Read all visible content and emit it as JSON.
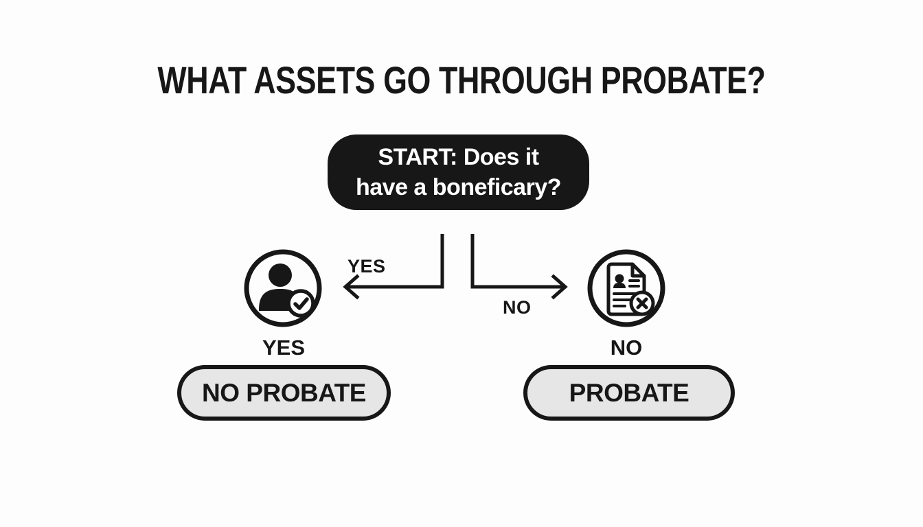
{
  "title": "WHAT ASSETS GO THROUGH PROBATE?",
  "start_node": {
    "lines": [
      "START: Does it",
      "have a boneficary?"
    ]
  },
  "branches": {
    "yes": {
      "arrow_label": "YES",
      "icon": "person-check-icon",
      "icon_label": "YES",
      "result": "NO PROBATE"
    },
    "no": {
      "arrow_label": "NO",
      "icon": "document-x-icon",
      "icon_label": "NO",
      "result": "PROBATE"
    }
  },
  "colors": {
    "ink": "#171717",
    "start_node_fill": "#171717",
    "start_node_text": "#ffffff",
    "pill_fill": "#e6e6e6",
    "background": "#fdfdfd"
  }
}
